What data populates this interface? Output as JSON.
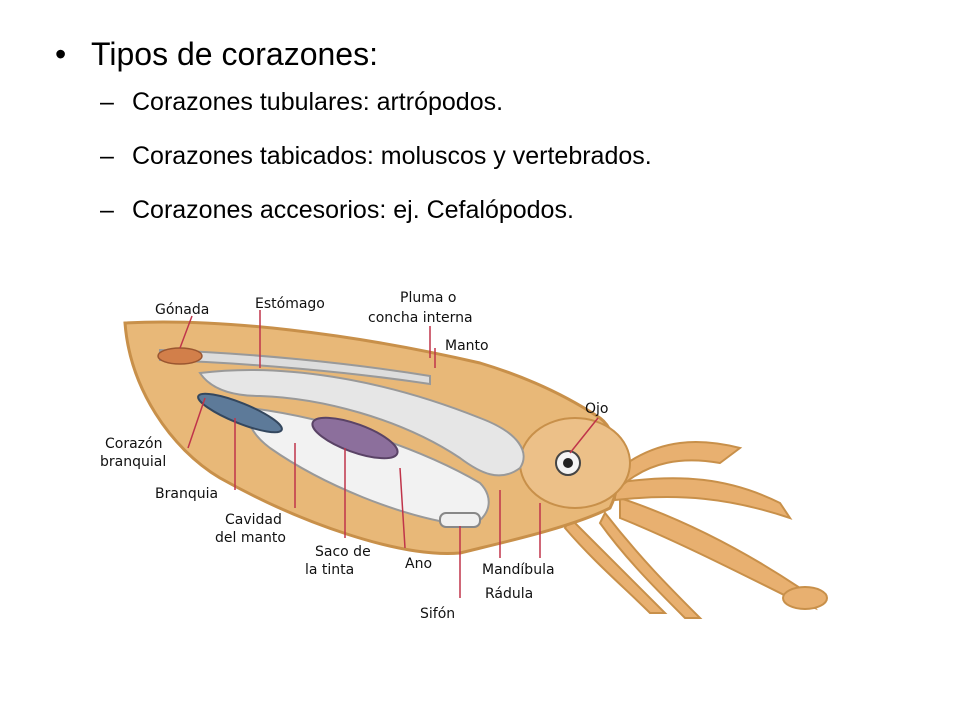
{
  "bullets": {
    "main": "Tipos de corazones:",
    "items": [
      "Corazones tubulares: artrópodos.",
      "Corazones tabicados: moluscos y vertebrados.",
      "Corazones accesorios: ej. Cefalópodos."
    ]
  },
  "diagram": {
    "labels": {
      "gonada": "Gónada",
      "estomago": "Estómago",
      "pluma_1": "Pluma o",
      "pluma_2": "concha interna",
      "manto": "Manto",
      "ojo": "Ojo",
      "corazon_1": "Corazón",
      "corazon_2": "branquial",
      "branquia": "Branquia",
      "cavidad_1": "Cavidad",
      "cavidad_2": "del manto",
      "saco_1": "Saco de",
      "saco_2": "la tinta",
      "ano": "Ano",
      "mandibula": "Mandíbula",
      "radula": "Rádula",
      "sifon": "Sifón"
    },
    "colors": {
      "body": "#e8b878",
      "outline": "#c8904a",
      "organ": "#e0e0e0",
      "ink": "#8c6f9c",
      "line": "#c0344a"
    }
  }
}
